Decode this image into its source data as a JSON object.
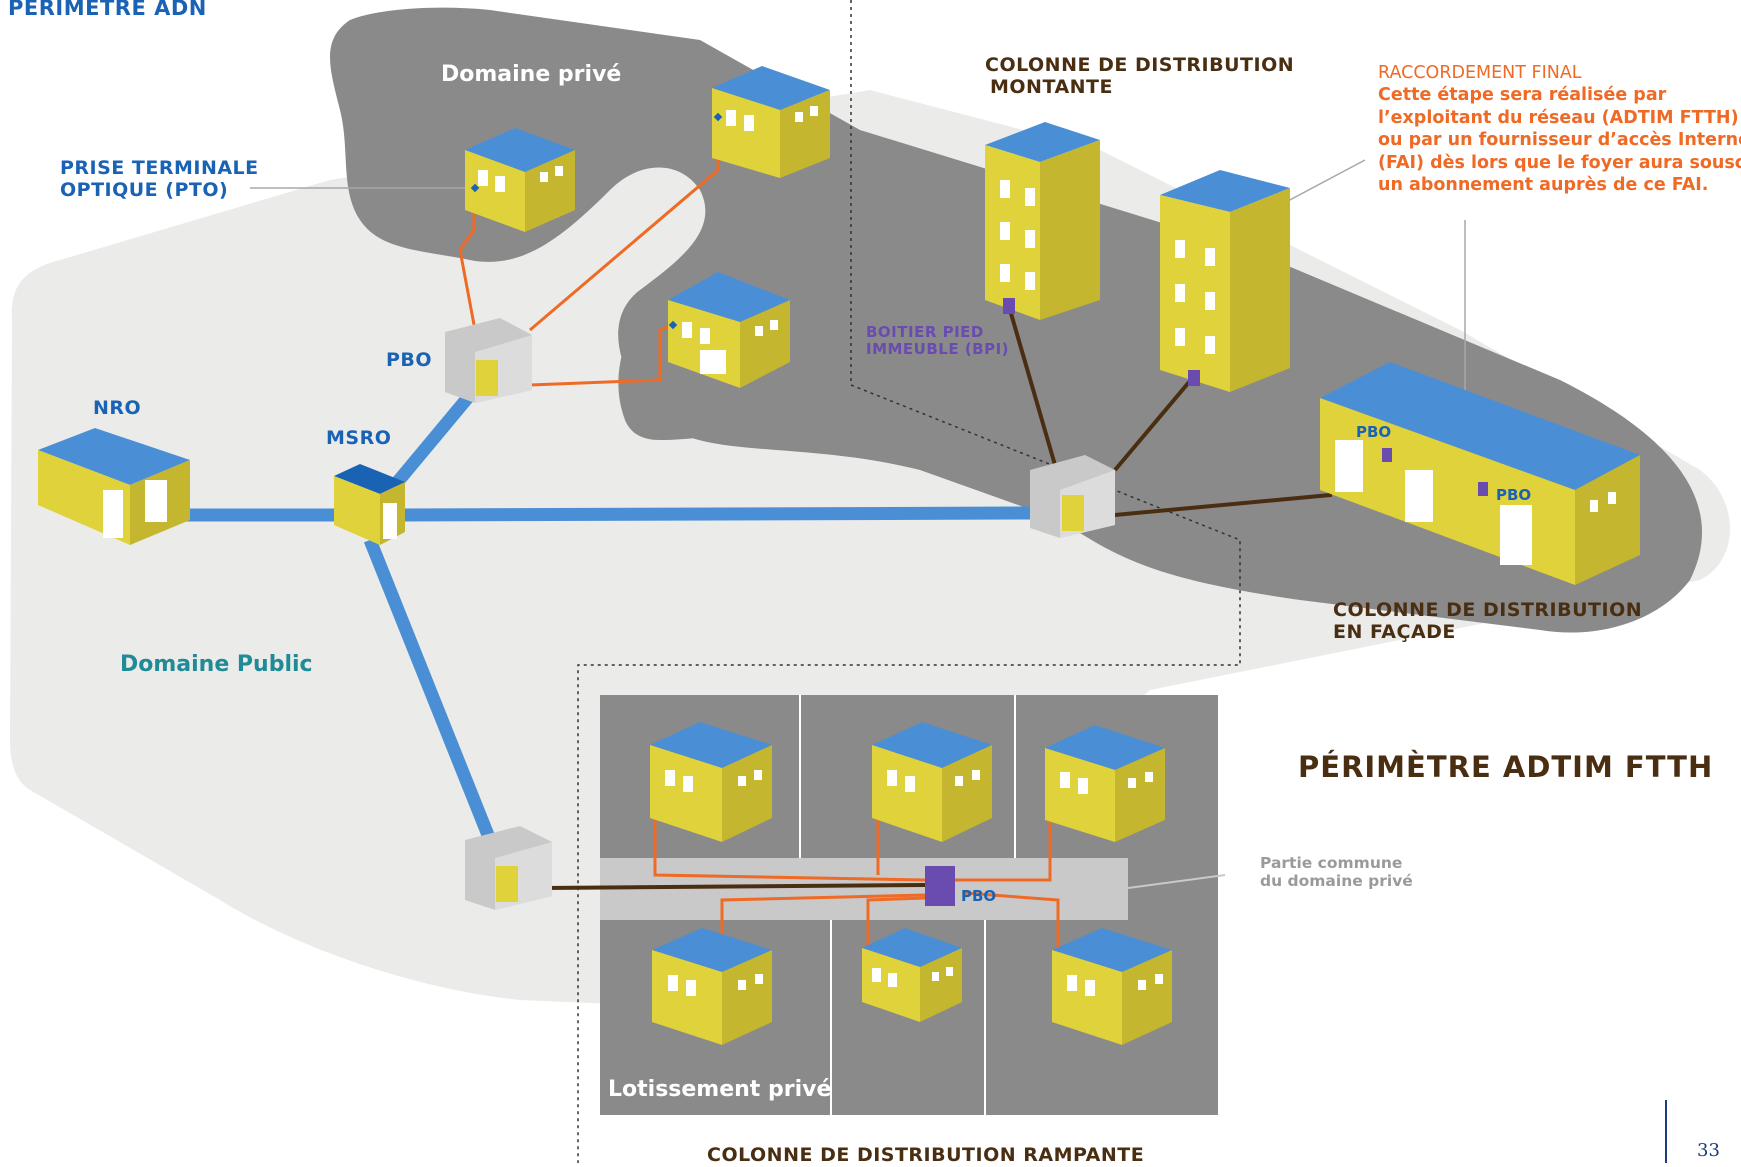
{
  "labels": {
    "perimetre_adn": "PÉRIMÈTRE ADN",
    "domaine_prive": "Domaine privé",
    "pto_line1": "PRISE TERMINALE",
    "pto_line2": "OPTIQUE (PTO)",
    "pbo": "PBO",
    "nro": "NRO",
    "msro": "MSRO",
    "domaine_public": "Domaine Public",
    "colonne_montante_line1": "COLONNE DE DISTRIBUTION",
    "colonne_montante_line2": "MONTANTE",
    "bpi_line1": "BOITIER PIED",
    "bpi_line2": "IMMEUBLE (BPI)",
    "raccordement_title": "RACCORDEMENT FINAL",
    "raccordement_lines": [
      "Cette étape sera réalisée par",
      "l’exploitant du réseau (ADTIM FTTH)",
      "ou par un fournisseur d’accès Internet",
      "(FAI) dès lors que le foyer aura souscrit",
      "un abonnement auprès de ce FAI."
    ],
    "pbo_facade_1": "PBO",
    "pbo_facade_2": "PBO",
    "colonne_facade_line1": "COLONNE DE DISTRIBUTION",
    "colonne_facade_line2": "EN FAÇADE",
    "perimetre_adtim": "PÉRIMÈTRE ADTIM FTTH",
    "partie_commune_line1": "Partie commune",
    "partie_commune_line2": "du domaine privé",
    "pbo_lotissement": "PBO",
    "lotissement_prive": "Lotissement privé",
    "colonne_rampante": "COLONNE DE DISTRIBUTION RAMPANTE",
    "page_number": "33"
  },
  "colors": {
    "wall_yellow": "#e0d23a",
    "wall_shade": "#c4b62e",
    "roof_blue": "#4a8fd6",
    "fiber_blue": "#4a8fd6",
    "drop_orange": "#ee6a25",
    "cable_brown": "#4a2e12",
    "area_dark": "#8a8a8a",
    "area_light": "#ebebea",
    "box_purple": "#6a4bb0"
  }
}
